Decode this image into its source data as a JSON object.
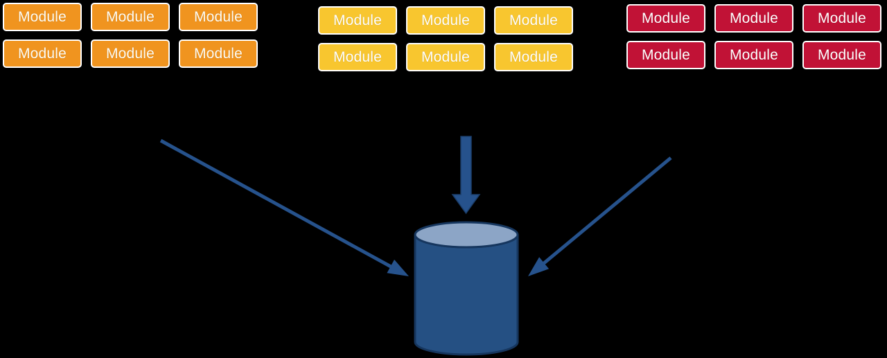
{
  "colors": {
    "background": "#000000",
    "group-orange": "#F0941F",
    "group-yellow": "#F8C62F",
    "group-red": "#C11236",
    "box-border": "#FFFFFF",
    "box-text": "#FFFFFF",
    "box-text-orange": "#FFFCF2",
    "arrow": "#26528C",
    "arrow-outline": "#1B3E6B",
    "db-body": "#255083",
    "db-top": "#8CA5C6",
    "db-outline": "#16365E"
  },
  "groups": [
    {
      "name": "orange-module-group",
      "box_color": "#F0941F",
      "modules": [
        {
          "label": "Module"
        },
        {
          "label": "Module"
        },
        {
          "label": "Module"
        },
        {
          "label": "Module"
        },
        {
          "label": "Module"
        },
        {
          "label": "Module"
        }
      ]
    },
    {
      "name": "yellow-module-group",
      "box_color": "#F8C62F",
      "modules": [
        {
          "label": "Module"
        },
        {
          "label": "Module"
        },
        {
          "label": "Module"
        },
        {
          "label": "Module"
        },
        {
          "label": "Module"
        },
        {
          "label": "Module"
        }
      ]
    },
    {
      "name": "red-module-group",
      "box_color": "#C11236",
      "modules": [
        {
          "label": "Module"
        },
        {
          "label": "Module"
        },
        {
          "label": "Module"
        },
        {
          "label": "Module"
        },
        {
          "label": "Module"
        },
        {
          "label": "Module"
        }
      ]
    }
  ],
  "database": {
    "shape": "cylinder",
    "body_color": "#255083",
    "top_color": "#8CA5C6"
  },
  "arrows": [
    {
      "name": "left-group-to-database",
      "direction": "down-right"
    },
    {
      "name": "center-group-to-database",
      "direction": "down"
    },
    {
      "name": "right-group-to-database",
      "direction": "down-left"
    }
  ]
}
